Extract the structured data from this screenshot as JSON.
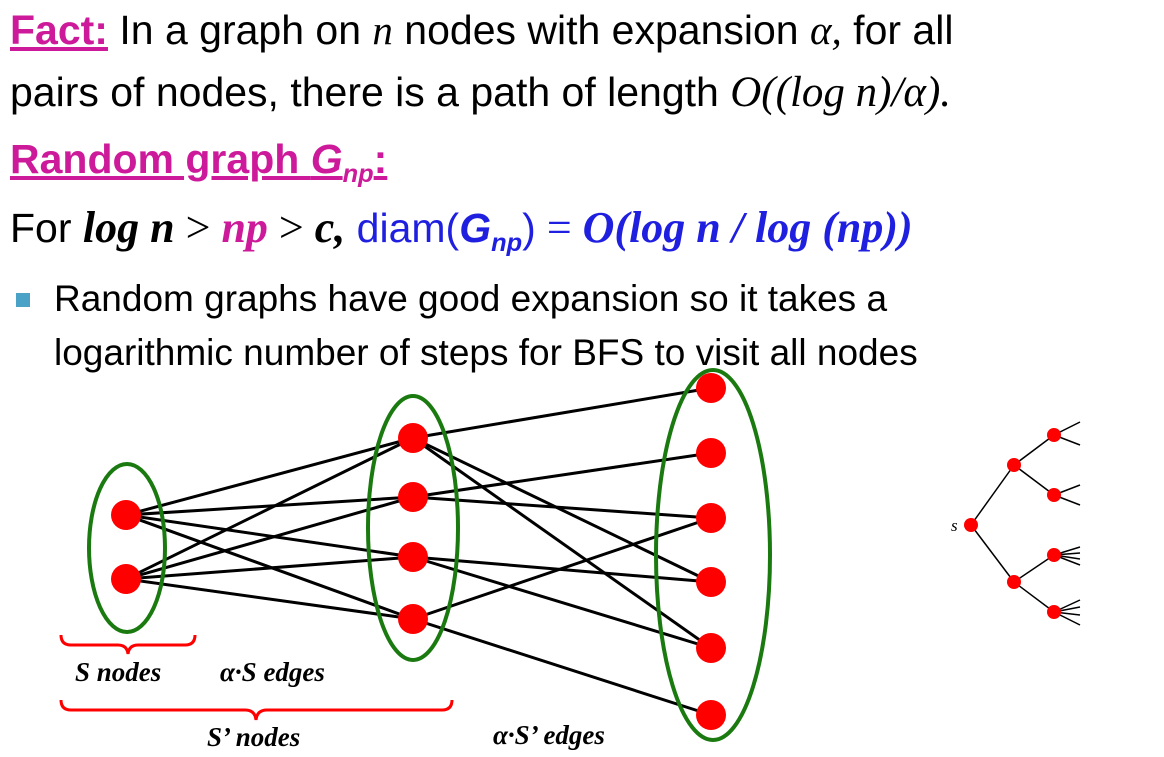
{
  "fact": {
    "label": "Fact:",
    "t1": " In a graph on ",
    "n": "n",
    "t2": " nodes with expansion ",
    "alpha": "α,",
    "t3": " for all",
    "line2": "pairs of nodes, there is a path of length ",
    "bound": "O((log n)/α)."
  },
  "random": {
    "label": "Random graph ",
    "g": "G",
    "np": "np",
    "colon": ":",
    "for": "For ",
    "logn": "log n",
    "gt1": " > ",
    "npx": "np",
    "gt2": " > ",
    "c": "c,",
    "diam": " diam(",
    "G": "G",
    "sub": "np",
    "close": ")",
    "eq": " = ",
    "result": "O(log n / log (np))"
  },
  "bullet": {
    "line1": "Random graphs have good expansion so it takes a",
    "line2": "logarithmic number of steps for BFS to visit all nodes"
  },
  "diagram": {
    "s_nodes": "S nodes",
    "as_edges": "α·S edges",
    "sp_nodes": "S’ nodes",
    "asp_edges": "α·S’ edges",
    "tree_root": "s",
    "node_color": "#ff0000",
    "ellipse_color": "#1a7a10",
    "brace_color": "#ff0000"
  }
}
